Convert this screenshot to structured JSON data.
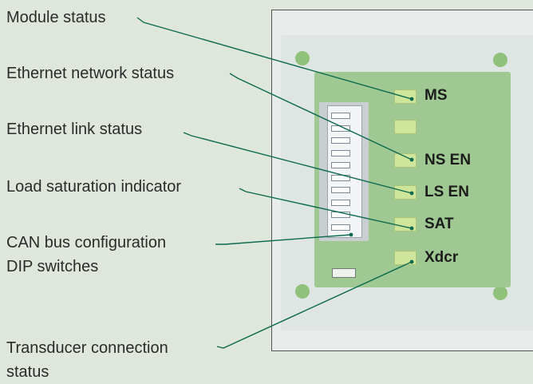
{
  "callouts": [
    {
      "id": "ms",
      "text": "Module status"
    },
    {
      "id": "ns",
      "text": "Ethernet network status"
    },
    {
      "id": "ls",
      "text": "Ethernet link status"
    },
    {
      "id": "sat",
      "text": "Load saturation indicator"
    },
    {
      "id": "can",
      "line1": "CAN bus configuration",
      "line2": "DIP switches"
    },
    {
      "id": "xdcr",
      "line1": "Transducer connection",
      "line2": "status"
    }
  ],
  "leds": [
    {
      "label": "MS"
    },
    {
      "label": ""
    },
    {
      "label": "NS EN"
    },
    {
      "label": "LS EN"
    },
    {
      "label": "SAT"
    },
    {
      "label": "Xdcr"
    }
  ],
  "colors": {
    "leader_line": "#0c6b4f",
    "pcb": "#9fc892",
    "led": "#cfe59a",
    "background": "#dfe6db"
  }
}
